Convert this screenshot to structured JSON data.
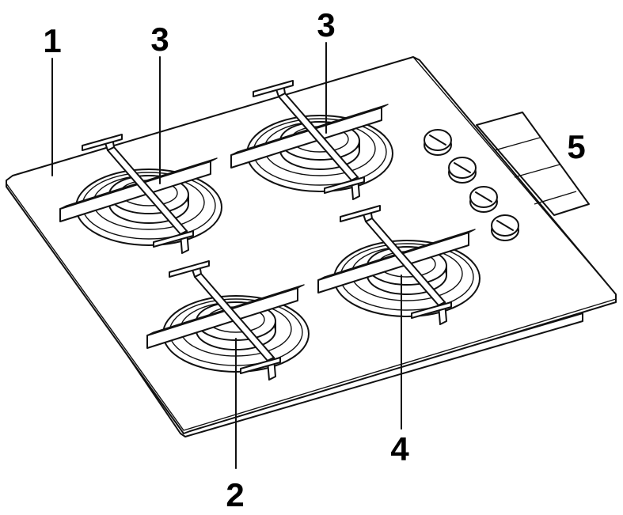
{
  "labels": {
    "hob_surface": "1",
    "semi_rapid_burner": "2",
    "auxiliary_burner_left": "3",
    "auxiliary_burner_right": "3",
    "rapid_burner": "4",
    "control_panel": "5"
  }
}
